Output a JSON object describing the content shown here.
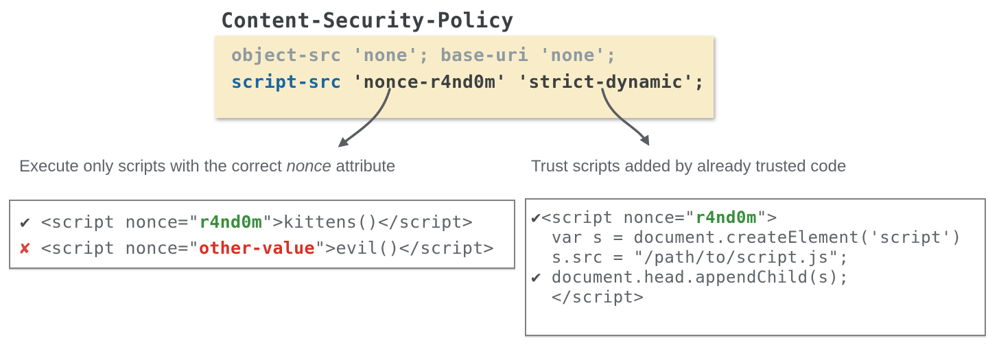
{
  "colors": {
    "page-bg": "#ffffff",
    "title-text": "#3c4043",
    "policy-bg": "#f9edc9",
    "muted-directive": "#8f9aa0",
    "accent-blue": "#1767a0",
    "dark-code": "#3c4043",
    "label-text": "#5f6368",
    "code-text": "#5f6368",
    "nonce-green": "#388e3c",
    "error-red": "#d93025",
    "check-dark": "#4a4d51",
    "cross-red": "#d9453b",
    "arrow": "#5a5d61",
    "box-border": "#808080"
  },
  "header": {
    "title": "Content-Security-Policy"
  },
  "policy_box": {
    "lines": [
      [
        {
          "t": "object-src 'none'; base-uri 'none';",
          "s": "muted"
        }
      ],
      [
        {
          "t": "script-src",
          "s": "blue"
        },
        {
          "t": " 'nonce-r4nd0m' 'strict-dynamic';",
          "s": "dark"
        }
      ]
    ]
  },
  "annotations": {
    "left_label": [
      [
        {
          "t": "Execute only scripts with the correct ",
          "s": "plain"
        },
        {
          "t": "nonce",
          "s": "italic"
        },
        {
          "t": " attribute",
          "s": "plain"
        }
      ]
    ],
    "right_label": [
      [
        {
          "t": "Trust scripts added by already trusted code",
          "s": "plain"
        }
      ]
    ]
  },
  "left_code_box": {
    "lines": [
      [
        {
          "t": "✔",
          "s": "check"
        },
        {
          "t": " <script nonce=\"",
          "s": "plain"
        },
        {
          "t": "r4nd0m",
          "s": "green"
        },
        {
          "t": "\">kittens()</script>",
          "s": "plain"
        }
      ],
      [
        {
          "t": "✘",
          "s": "cross"
        },
        {
          "t": " <script nonce=\"",
          "s": "plain"
        },
        {
          "t": "other-value",
          "s": "red"
        },
        {
          "t": "\">evil()</script>",
          "s": "plain"
        }
      ]
    ]
  },
  "right_code_box": {
    "lines": [
      [
        {
          "t": "✔",
          "s": "check"
        },
        {
          "t": "<script nonce=\"",
          "s": "plain"
        },
        {
          "t": "r4nd0m",
          "s": "green"
        },
        {
          "t": "\">",
          "s": "plain"
        }
      ],
      [
        {
          "t": "  var s = document.createElement('script')",
          "s": "plain"
        }
      ],
      [
        {
          "t": "  s.src = \"/path/to/script.js\";",
          "s": "plain"
        }
      ],
      [
        {
          "t": "✔",
          "s": "check"
        },
        {
          "t": " document.head.appendChild(s);",
          "s": "plain"
        }
      ],
      [
        {
          "t": "  </script>",
          "s": "plain"
        }
      ]
    ]
  }
}
